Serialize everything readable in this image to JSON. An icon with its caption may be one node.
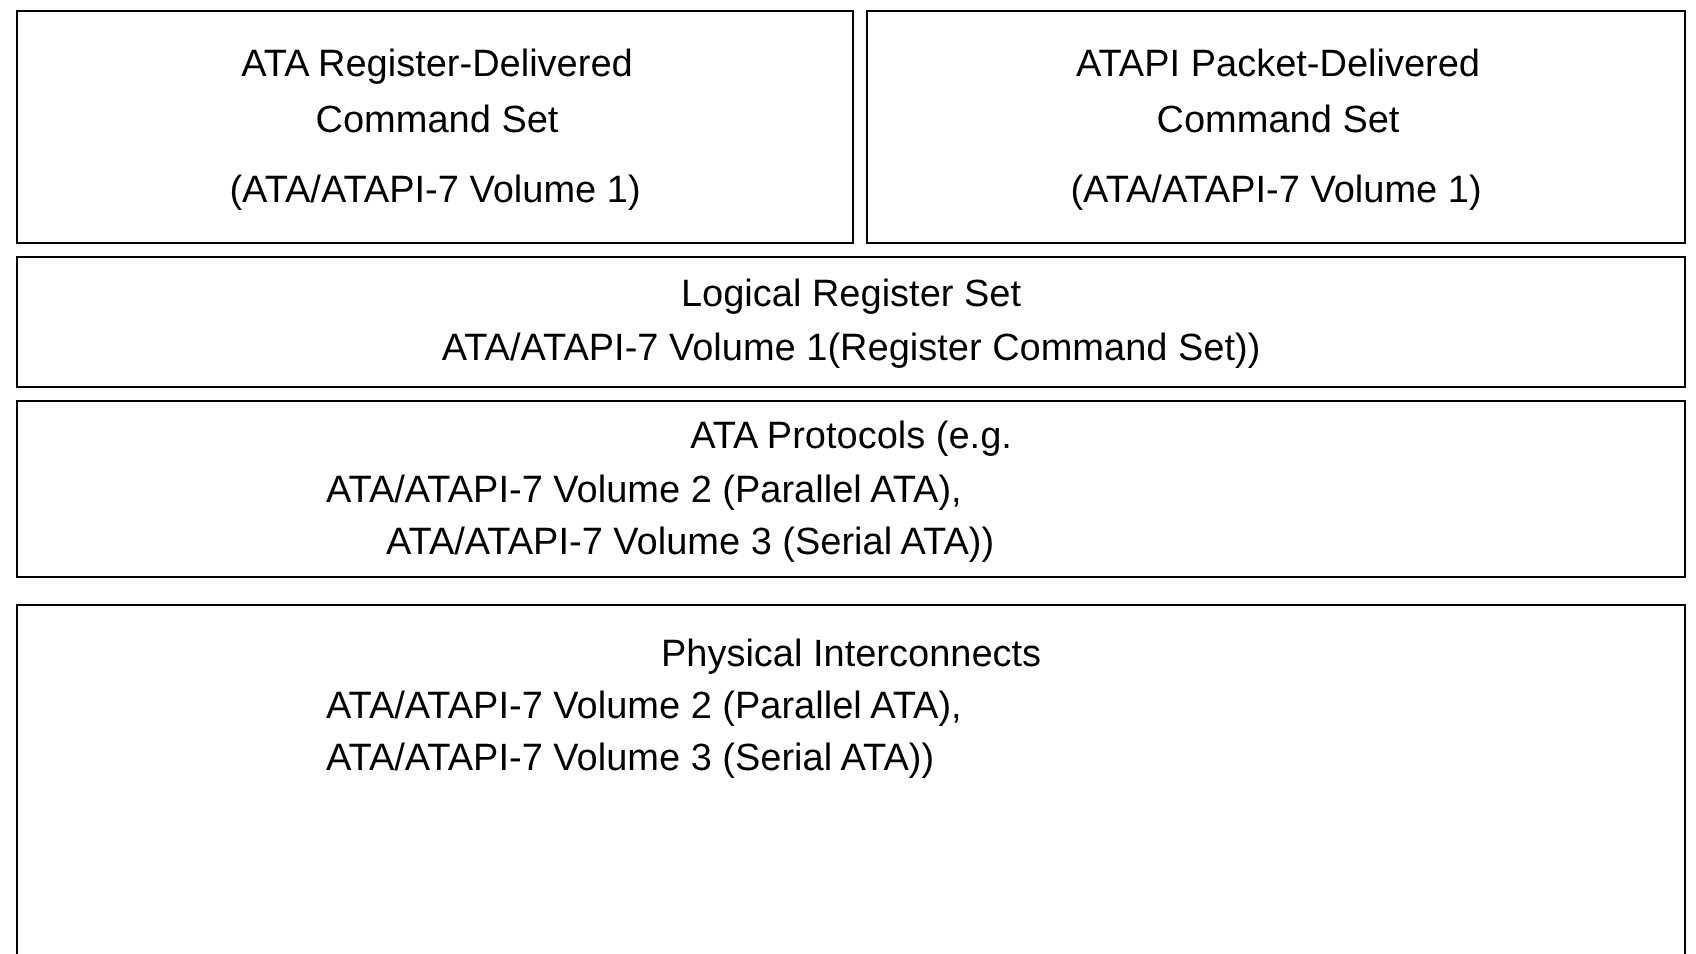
{
  "diagram": {
    "nodes": [
      {
        "text": [
          "ATA Register-Delivered Command Set",
          "(ATA/ATAPI-7 Volume 1)"
        ]
      },
      {
        "text": [
          "ATAPI Packet-Delivered Command Set",
          "(ATA/ATAPI-7 Volume 1)"
        ]
      },
      {
        "text": [
          "Logical Register Set",
          "ATA/ATAPI-7 Volume 1(Register Command Set))"
        ]
      },
      {
        "text": [
          "ATA Protocols (e.g.",
          "ATA/ATAPI-7 Volume 2 (Parallel ATA),",
          "ATA/ATAPI-7 Volume 3 (Serial ATA))"
        ]
      },
      {
        "text": [
          "Physical Interconnects",
          "ATA/ATAPI-7 Volume 2 (Parallel ATA),",
          "ATA/ATAPI-7 Volume 3 (Serial ATA))"
        ]
      }
    ]
  }
}
